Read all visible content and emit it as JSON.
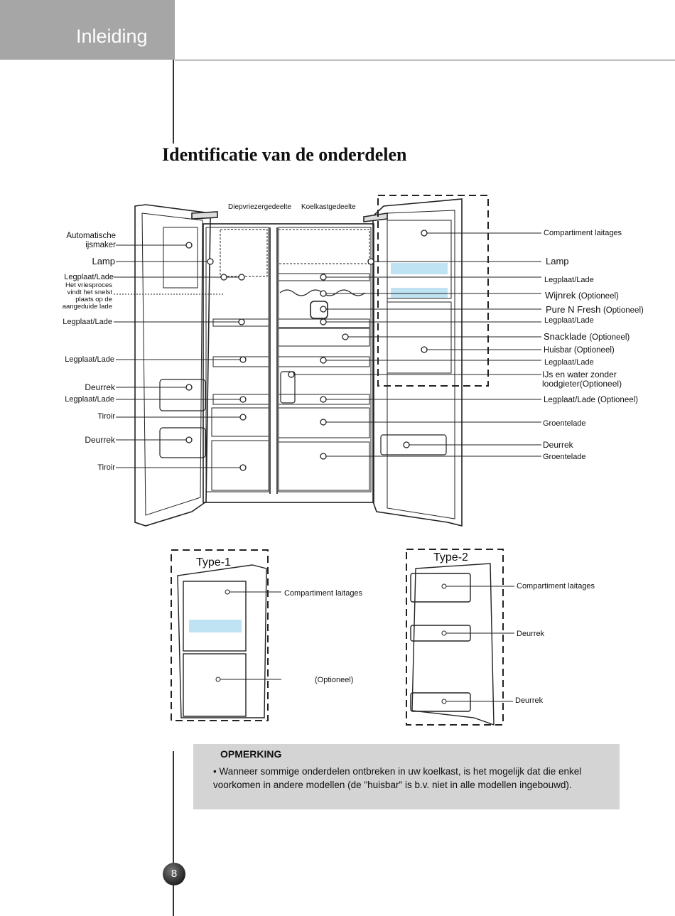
{
  "header": {
    "section": "Inleiding"
  },
  "title": "Identificatie van de onderdelen",
  "main_diagram": {
    "top_labels": {
      "freezer": "Diepvriezergedeelte",
      "fridge": "Koelkastgedeelte"
    },
    "left_labels": {
      "ice_maker": "Automatische\nijsmaker",
      "lamp": "Lamp",
      "shelf_1": "Legplaat/Lade",
      "freeze_note": "Het vriesproces\nvindt het snelst\nplaats op de\naangeduide lade",
      "shelf_2": "Legplaat/Lade",
      "shelf_3": "Legplaat/Lade",
      "door_rack_1": "Deurrek",
      "shelf_4": "Legplaat/Lade",
      "drawer_1": "Tiroir",
      "door_rack_2": "Deurrek",
      "drawer_2": "Tiroir"
    },
    "right_labels": {
      "dairy": "Compartiment laitages",
      "lamp": "Lamp",
      "shelf_1": "Legplaat/Lade",
      "wine_rack": "Wijnrek",
      "wine_rack_opt": "(Optioneel)",
      "pure_fresh": "Pure N Fresh",
      "pure_fresh_opt": "(Optioneel)",
      "shelf_2": "Legplaat/Lade",
      "snack": "Snacklade",
      "snack_opt": "(Optioneel)",
      "huisbar": "Huisbar",
      "huisbar_opt": "(Optioneel)",
      "shelf_3": "Legplaat/Lade",
      "ice_water": "IJs en water zonder\nloodgieter(Optioneel)",
      "shelf_4": "Legplaat/Lade",
      "shelf_4_opt": "(Optioneel)",
      "veg_1": "Groentelade",
      "door_rack": "Deurrek",
      "veg_2": "Groentelade"
    }
  },
  "type1": {
    "title": "Type-1",
    "label_1": "Compartiment laitages",
    "label_2": "(Optioneel)"
  },
  "type2": {
    "title": "Type-2",
    "label_1": "Compartiment laitages",
    "label_2": "Deurrek",
    "label_3": "Deurrek"
  },
  "note": {
    "heading": "OPMERKING",
    "text": "• Wanneer sommige onderdelen ontbreken in uw koelkast, is het mogelijk dat die enkel voorkomen in andere modellen (de \"huisbar\" is b.v. niet in alle modellen ingebouwd)."
  },
  "page_number": "8"
}
